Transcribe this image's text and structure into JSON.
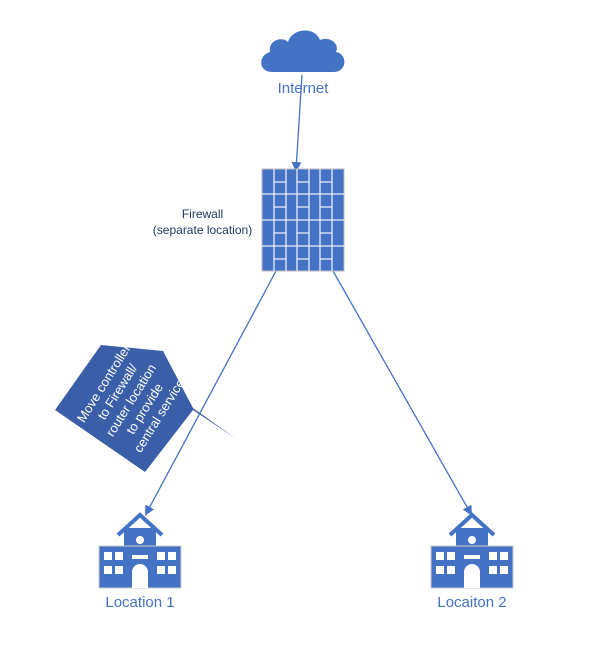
{
  "nodes": {
    "internet": {
      "label": "Internet",
      "icon": "cloud-icon"
    },
    "firewall": {
      "label_line1": "Firewall",
      "label_line2": "(separate location)",
      "icon": "firewall-icon"
    },
    "location1": {
      "label": "Location 1",
      "icon": "school-building-icon"
    },
    "location2": {
      "label": "Locaiton 2",
      "icon": "school-building-icon"
    }
  },
  "callout": {
    "lines": [
      "Move controller",
      "to Firewall/",
      "router location",
      "to provide",
      "central service"
    ]
  },
  "colors": {
    "icon": "#4472c4",
    "callout": "#3a5ea8",
    "line": "#4472c4"
  }
}
